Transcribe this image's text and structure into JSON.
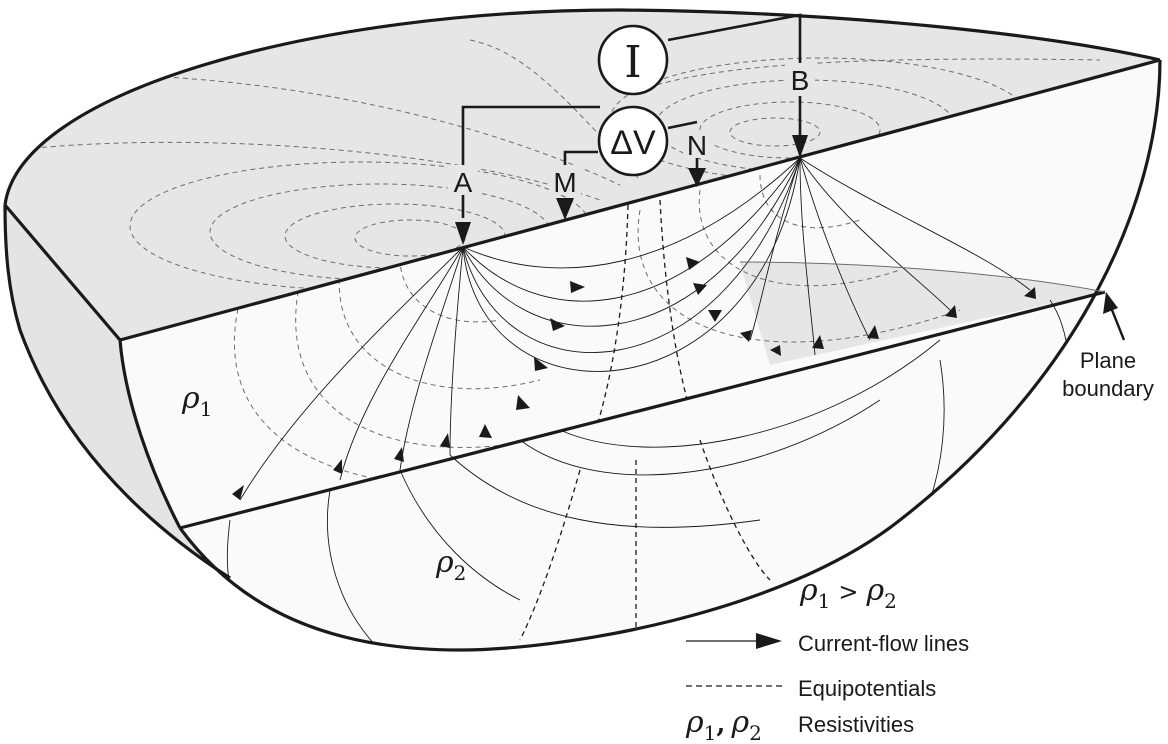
{
  "electrodes": {
    "current_source": "I",
    "potential_meter": "ΔV",
    "a": "A",
    "b": "B",
    "m": "M",
    "n": "N"
  },
  "layers": {
    "upper": {
      "symbol": "ρ",
      "subscript": "1"
    },
    "lower": {
      "symbol": "ρ",
      "subscript": "2"
    },
    "relation": {
      "left": "ρ",
      "left_sub": "1",
      "op": ">",
      "right": "ρ",
      "right_sub": "2"
    }
  },
  "callout": {
    "line1": "Plane",
    "line2": "boundary"
  },
  "legend": {
    "flow_label": "Current-flow lines",
    "equi_label": "Equipotentials",
    "res_symbol1": "ρ",
    "res_sub1": "1",
    "res_sep": ",",
    "res_symbol2": "ρ",
    "res_sub2": "2",
    "res_label": "Resistivities"
  },
  "colors": {
    "surface_fill": "#e6e6e6",
    "body_fill": "#fafafa",
    "outline": "#1a1a1a"
  }
}
